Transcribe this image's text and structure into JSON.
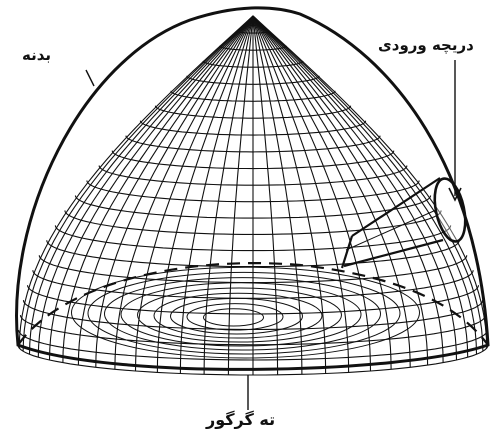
{
  "labels": {
    "body": "بدنه",
    "entrance": "دریچه ورودی",
    "bottom": "ته گرگور"
  },
  "colors": {
    "ink": "#111111",
    "background": "#ffffff"
  }
}
